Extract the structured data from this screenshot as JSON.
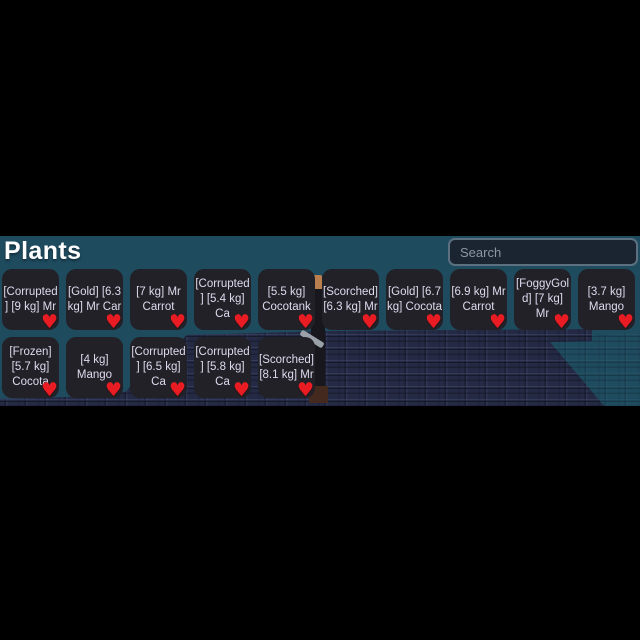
{
  "panel": {
    "title": "Plants",
    "search": {
      "placeholder": "Search"
    },
    "heart_icon": "♥",
    "rows": [
      [
        "[Corrupted] [9 kg] Mr",
        "[Gold] [6.3 kg] Mr Car",
        "[7 kg] Mr Carrot",
        "[Corrupted] [5.4 kg] Ca",
        "[5.5 kg] Cocotank",
        "[Scorched] [6.3 kg] Mr",
        "[Gold] [6.7 kg] Cocota",
        "[6.9 kg] Mr Carrot",
        "[FoggyGold] [7 kg] Mr",
        "[3.7 kg] Mango"
      ],
      [
        "[Frozen] [5.7 kg] Cocota",
        "[4 kg] Mango",
        "[Corrupted] [6.5 kg] Ca",
        "[Corrupted] [5.8 kg] Ca",
        "[Scorched] [8.1 kg] Mr"
      ]
    ]
  },
  "colors": {
    "page_background": "#000000",
    "scene_teal": "#1f4b5e",
    "plate_navy": "#252a44",
    "tile_background": "#222127",
    "tile_text": "#dedbef",
    "heart_red": "#ea1c23",
    "search_border": "#5c7080",
    "search_background": "#1b2531",
    "search_placeholder": "#8b96a1",
    "title_text": "#ffffff"
  }
}
